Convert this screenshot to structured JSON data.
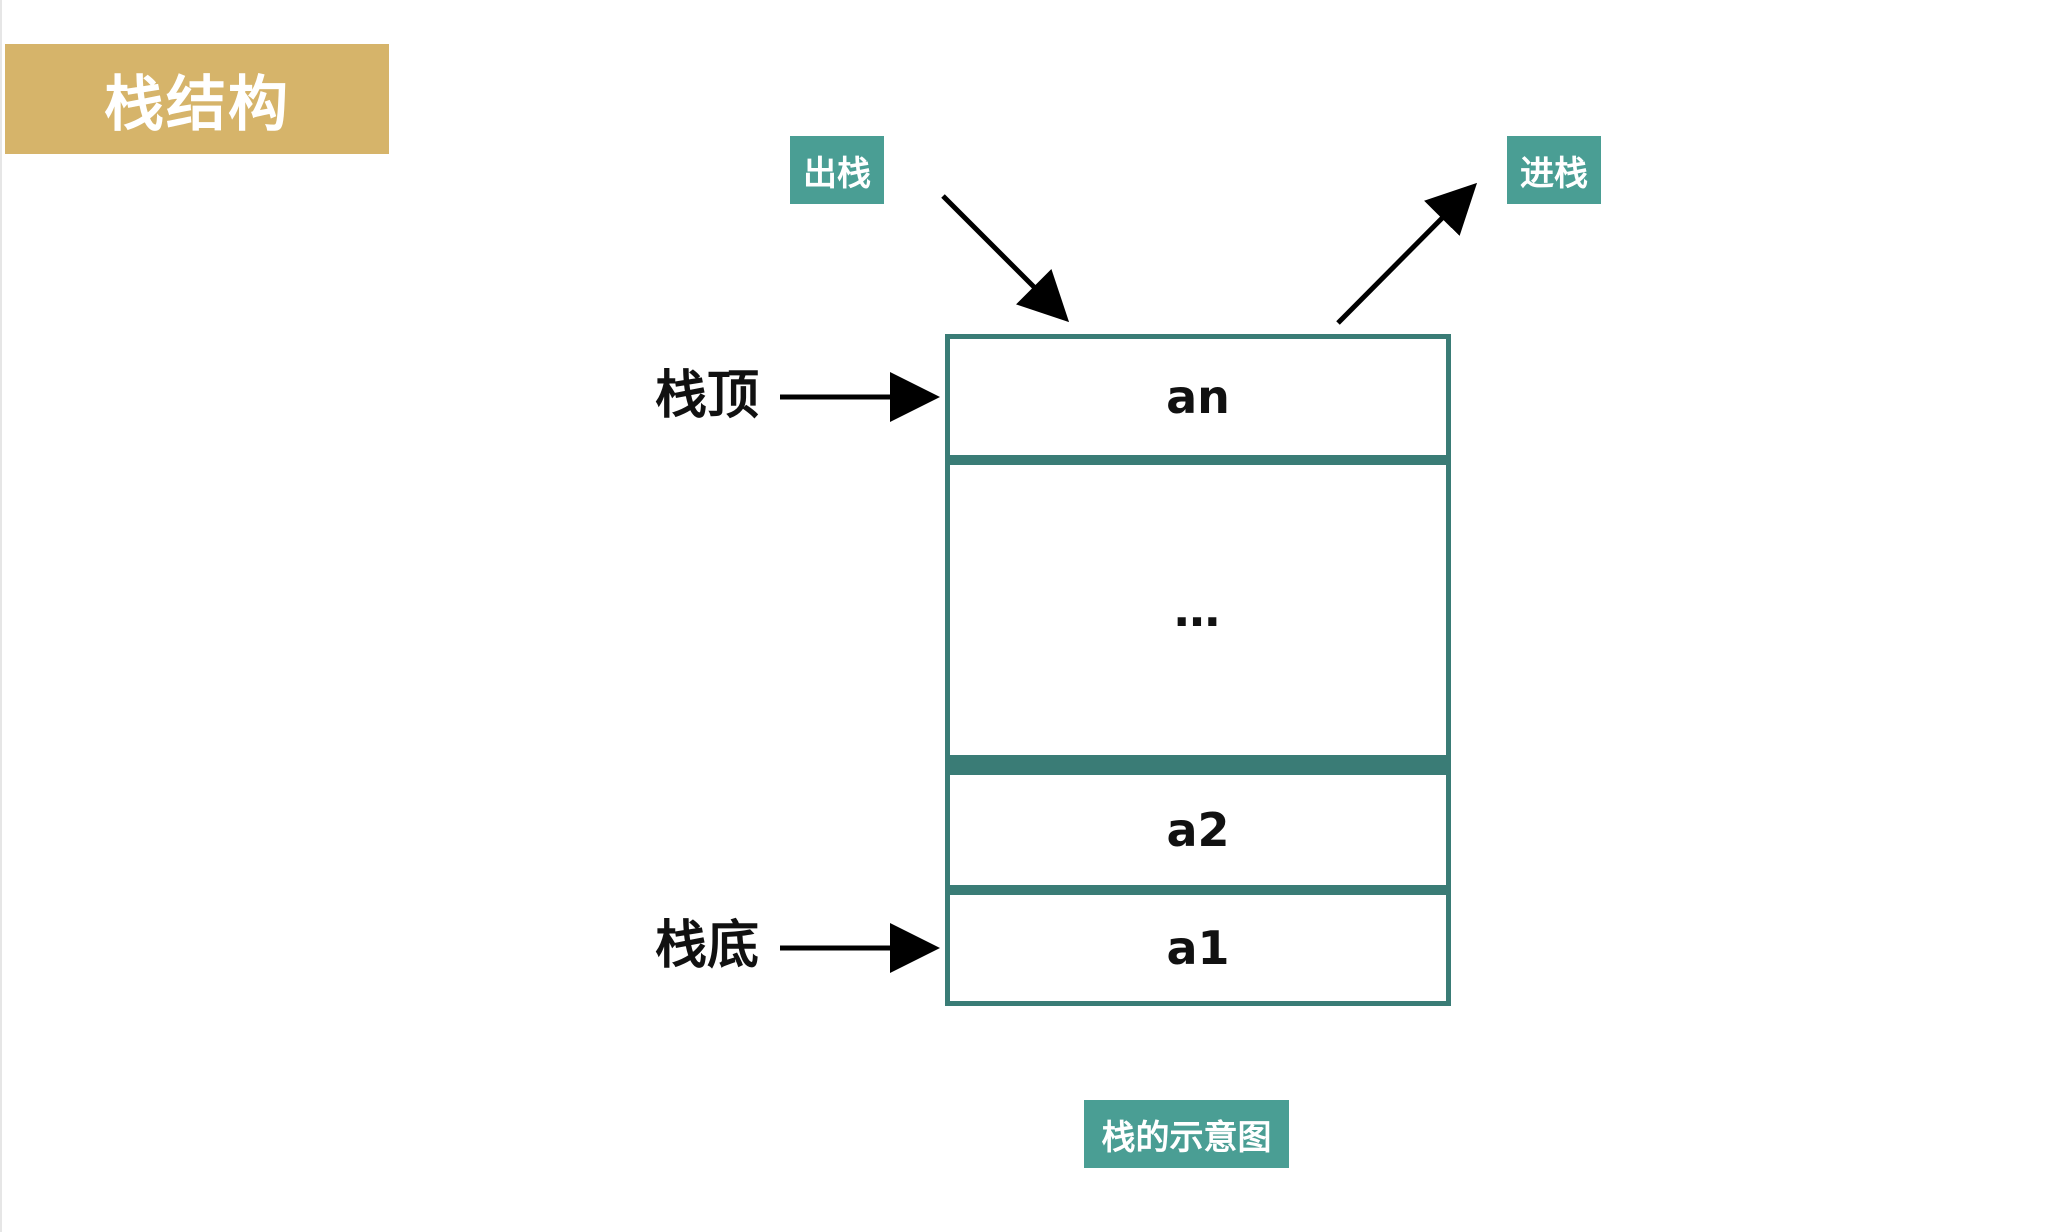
{
  "title": "栈结构",
  "labels": {
    "pop": "出栈",
    "push": "进栈",
    "stack_top": "栈顶",
    "stack_bottom": "栈底",
    "caption": "栈的示意图"
  },
  "stack_cells": {
    "top": "an",
    "middle": "…",
    "second": "a2",
    "bottom": "a1"
  },
  "colors": {
    "banner": "#d6b46a",
    "tag": "#4a9e94",
    "stack_border": "#3a7c76",
    "arrow": "#000000"
  }
}
